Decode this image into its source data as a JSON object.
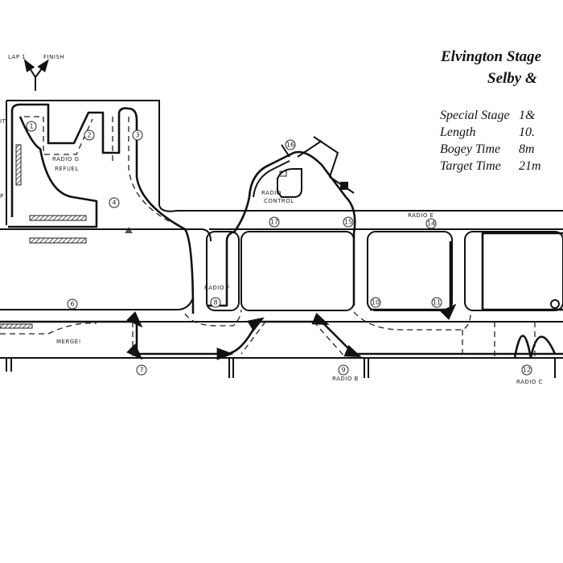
{
  "header": {
    "title_line1": "Elvington Stage",
    "title_line2": "Selby &"
  },
  "stage_info": [
    {
      "label": "Special Stage",
      "value": "1&"
    },
    {
      "label": "Length",
      "value": "10."
    },
    {
      "label": "Bogey Time",
      "value": "8m"
    },
    {
      "label": "Target Time",
      "value": "21m"
    }
  ],
  "map_labels": {
    "lap1": "LAP 1",
    "finish": "FINISH",
    "radio_g": "RADIO G",
    "refuel": "REFUEL",
    "radio_control": "RADIO",
    "control": "CONTROL",
    "radio_e": "RADIO E",
    "radio_f": "RADIO F",
    "radio_b": "RADIO B",
    "radio_c": "RADIO C",
    "merge": "MERGE!",
    "left_it": "IT",
    "left_p": "P"
  },
  "junctions": [
    "1",
    "2",
    "3",
    "4",
    "6",
    "7",
    "8",
    "9",
    "10",
    "11",
    "12",
    "14",
    "15",
    "16",
    "17"
  ]
}
